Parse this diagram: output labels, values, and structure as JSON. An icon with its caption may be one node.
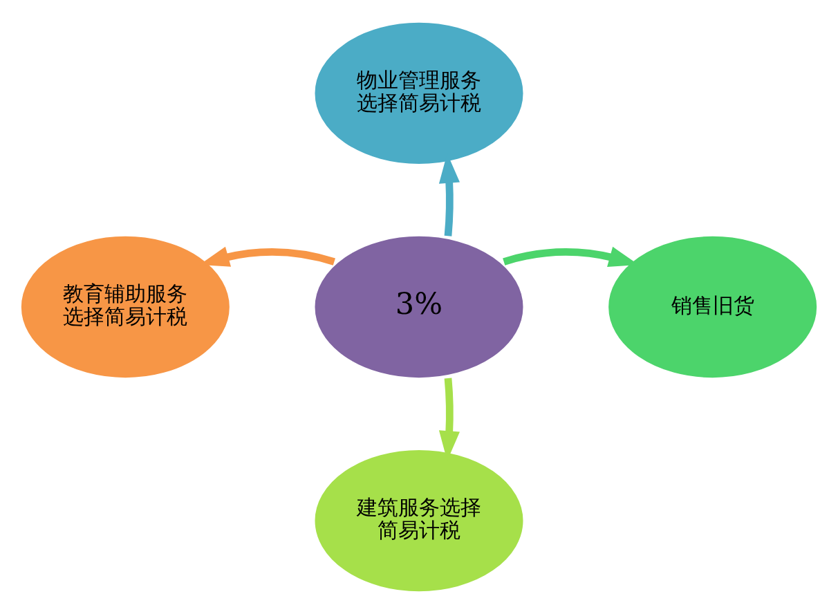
{
  "diagram": {
    "nodes": [
      {
        "text": [
          "3%"
        ]
      },
      {
        "text": [
          "物业管理服务选择简易计税"
        ]
      },
      {
        "text": [
          "教育辅助服务选择简易计税"
        ]
      },
      {
        "text": [
          "销售旧货"
        ]
      },
      {
        "text": [
          "建筑服务选择简易计税"
        ]
      }
    ],
    "edges": [
      {
        "from": 0,
        "to": 1,
        "arrow": "to",
        "color": "#4bacc6"
      },
      {
        "from": 0,
        "to": 2,
        "arrow": "to",
        "color": "#f79646"
      },
      {
        "from": 0,
        "to": 3,
        "arrow": "to",
        "color": "#4cd46b"
      },
      {
        "from": 0,
        "to": 4,
        "arrow": "to",
        "color": "#a6e04a"
      }
    ]
  }
}
